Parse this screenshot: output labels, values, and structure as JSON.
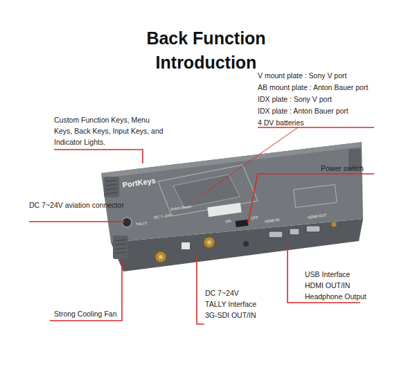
{
  "diagram": {
    "title": "Back Function Introduction",
    "labels": [
      "V mount plate : Sony V port",
      "AB mount plate : Anton Bauer port",
      "IDX plate : Sony V port",
      "IDX plate : Anton Bauer port",
      "4 DV batteries",
      "Custom Function Keys, Menu Keys, Back Keys, Input Keys, and Indicator Lights.",
      "Power switch",
      "DC 7~24V aviation connector",
      "Strong Cooling Fan",
      "DC 7~24V",
      "TALLY Interface",
      "3G-SDI OUT/IN",
      "USB Interface",
      "HDMI OUT/IN",
      "Headphone Output",
      "PortKeys",
      "Anton Bauer",
      "DC 7~24V",
      "TALLY",
      "ON",
      "OFF",
      "HDMI IN",
      "HDMI OUT"
    ]
  }
}
